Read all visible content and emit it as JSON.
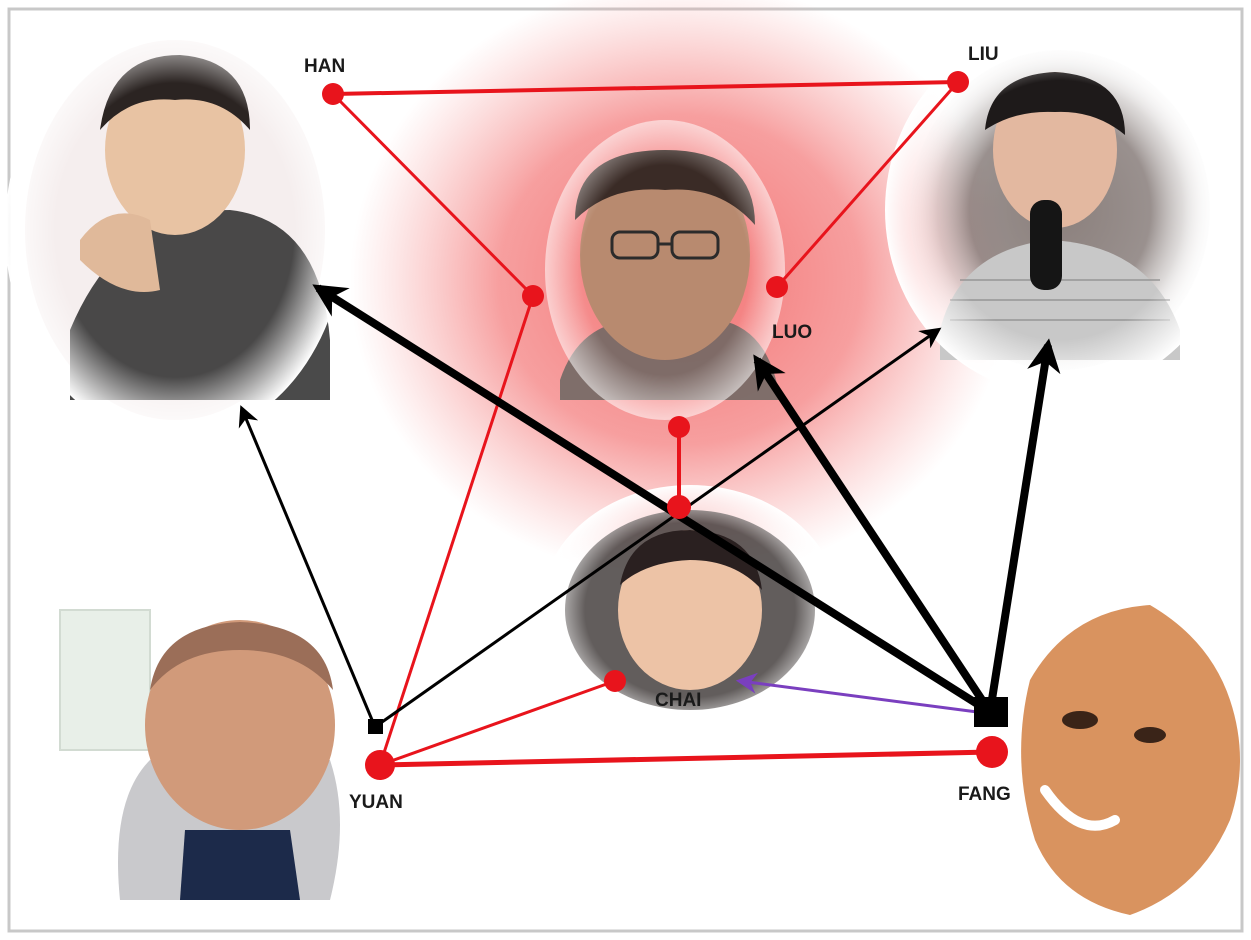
{
  "diagram": {
    "labels": {
      "han": "HAN",
      "liu": "LIU",
      "luo": "LUO",
      "chai": "CHAI",
      "yuan": "YUAN",
      "fang": "FANG"
    },
    "colors": {
      "red_link": "#e8141c",
      "black_link": "#000000",
      "purple_link": "#7a3fbf",
      "glow": "#f26a6a",
      "frame": "#c8c8c8"
    },
    "portraits": [
      "han-portrait",
      "luo-portrait",
      "liu-portrait",
      "chai-portrait",
      "yuan-portrait",
      "fang-portrait"
    ]
  }
}
